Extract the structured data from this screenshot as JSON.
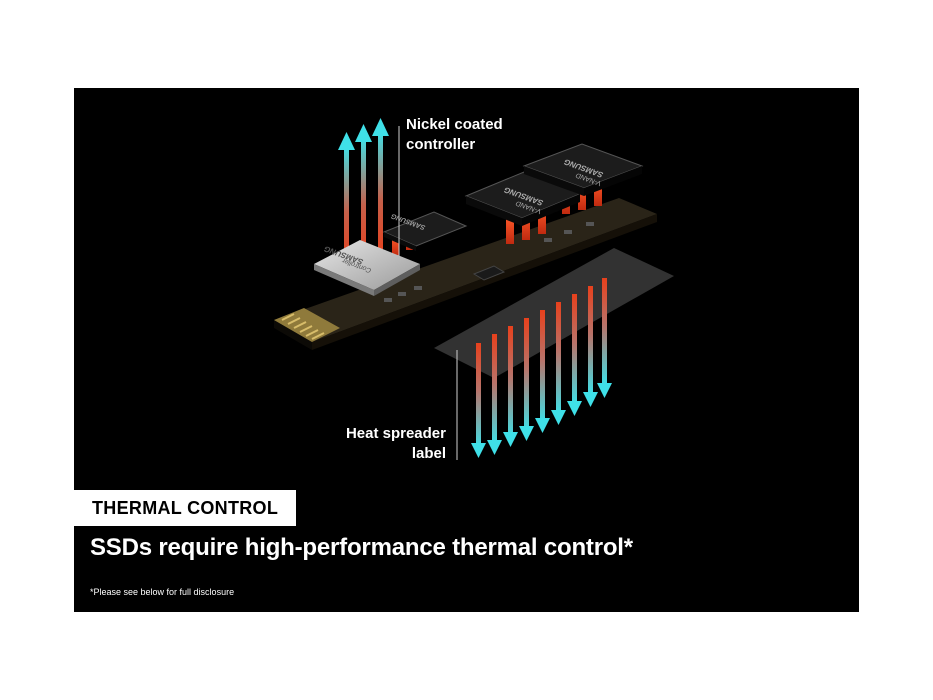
{
  "callouts": {
    "top": [
      "Nickel coated",
      "controller"
    ],
    "bottom": [
      "Heat spreader",
      "label"
    ]
  },
  "chip_labels": {
    "controller": [
      "SAMSUNG",
      "Controller"
    ],
    "dram": "SAMSUNG",
    "nand": [
      "SAMSUNG",
      "V-NAND"
    ]
  },
  "badge": "THERMAL CONTROL",
  "headline": "SSDs require high-performance thermal control*",
  "disclosure": "*Please see below for full disclosure",
  "colors": {
    "panel": "#000000",
    "arrow_hot": "#e8401c",
    "arrow_cool": "#3fe0e8",
    "board": "#2a2418",
    "connector": "#b59a4a"
  }
}
